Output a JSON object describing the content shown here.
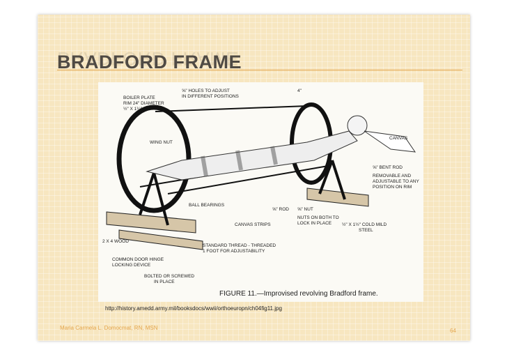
{
  "slide": {
    "title": "BRADFORD FRAME",
    "source_url": "http://history.amedd.army.mil/booksdocs/wwii/orthoeuropn/ch04fig11.jpg",
    "author": "Maria Carmela L. Domocmat, RN, MSN",
    "page_number": "64"
  },
  "figure": {
    "caption": "FIGURE 11.—Improvised revolving Bradford frame.",
    "dimension": "4\"",
    "labels": {
      "boiler_plate": [
        "BOILER PLATE",
        "RIM 24\" DIAMETER",
        "½\" X 1¼\""
      ],
      "holes": [
        "⅝\" HOLES TO ADJUST",
        "IN DIFFERENT POSITIONS"
      ],
      "wing_nut": [
        "WING NUT"
      ],
      "canvas": [
        "CANVAS"
      ],
      "bent_rod": [
        "⅝\" BENT ROD"
      ],
      "removable": [
        "REMOVABLE AND",
        "ADJUSTABLE TO ANY",
        "POSITION ON RIM"
      ],
      "ball_bearings": [
        "BALL BEARINGS"
      ],
      "rod": [
        "⅝\" ROD"
      ],
      "nut": [
        "⅝\" NUT"
      ],
      "nuts_lock": [
        "NUTS ON BOTH TO",
        "LOCK IN PLACE"
      ],
      "cold_steel": [
        "½\" X 1½\" COLD MILD",
        "STEEL"
      ],
      "canvas_strips": [
        "CANVAS STRIPS"
      ],
      "wood": [
        "2 X 4 WOOD"
      ],
      "hinge": [
        "COMMON DOOR HINGE",
        "LOCKING DEVICE"
      ],
      "thread": [
        "STANDARD THREAD - THREADED",
        "1 FOOT FOR ADJUSTABILITY"
      ],
      "bolted": [
        "BOLTED OR SCREWED",
        "IN PLACE"
      ]
    }
  },
  "colors": {
    "slide_background": "#f7e6c0",
    "accent": "#e4a64c",
    "title": "#4f4a44"
  }
}
